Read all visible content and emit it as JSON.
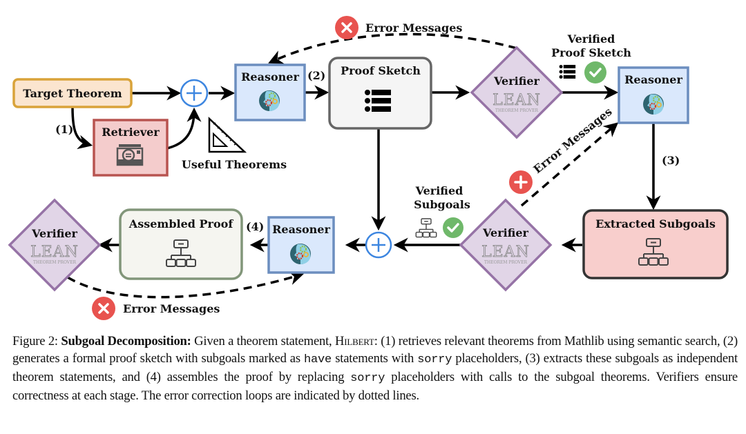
{
  "nodes": {
    "target_theorem": "Target Theorem",
    "retriever": "Retriever",
    "useful_theorems": "Useful Theorems",
    "reasoner_1": "Reasoner",
    "proof_sketch": "Proof Sketch",
    "verifier_1": "Verifier",
    "verified_proof_sketch_line1": "Verified",
    "verified_proof_sketch_line2": "Proof Sketch",
    "reasoner_2": "Reasoner",
    "extracted_subgoals": "Extracted Subgoals",
    "verifier_2": "Verifier",
    "verified_subgoals_line1": "Verified",
    "verified_subgoals_line2": "Subgoals",
    "reasoner_3": "Reasoner",
    "assembled_proof": "Assembled Proof",
    "verifier_3": "Verifier",
    "lean_logo": "LEAN",
    "lean_sub": "THEOREM PROVER"
  },
  "steps": {
    "s1": "(1)",
    "s2": "(2)",
    "s3": "(3)",
    "s4": "(4)"
  },
  "error_labels": {
    "top": "Error Messages",
    "diagonal": "Error Messages",
    "bottom": "Error Messages"
  },
  "colors": {
    "target_fill": "#fbe5cf",
    "target_stroke": "#d9a33a",
    "retriever_fill": "#f4cccc",
    "retriever_stroke": "#b85450",
    "reasoner_fill": "#dae8fc",
    "reasoner_stroke": "#6c8ebf",
    "proof_fill": "#f5f5f5",
    "proof_stroke": "#666666",
    "verifier_fill": "#e1d5e7",
    "verifier_stroke": "#9673a6",
    "subgoals_fill": "#f8cecc",
    "subgoals_stroke": "#333333",
    "assembled_fill": "#f5f5f0",
    "assembled_stroke": "#82967a",
    "plus_stroke": "#3d86e0",
    "error_red": "#e8534f",
    "check_green": "#6fb86a"
  },
  "caption": {
    "figure_label": "Figure 2:",
    "title": "Subgoal Decomposition:",
    "t1": " Given a theorem statement, ",
    "system": "Hilbert",
    "t2": ": (1) retrieves relevant theorems from Mathlib using semantic search, (2) generates a formal proof sketch with subgoals marked as ",
    "code1": "have",
    "t3": " statements with ",
    "code2": "sorry",
    "t4": " placeholders, (3) extracts these subgoals as independent theorem statements, and (4) assembles the proof by replacing ",
    "code3": "sorry",
    "t5": " placeholders with calls to the subgoal theorems. Verifiers ensure correctness at each stage. The error correction loops are indicated by dotted lines."
  }
}
